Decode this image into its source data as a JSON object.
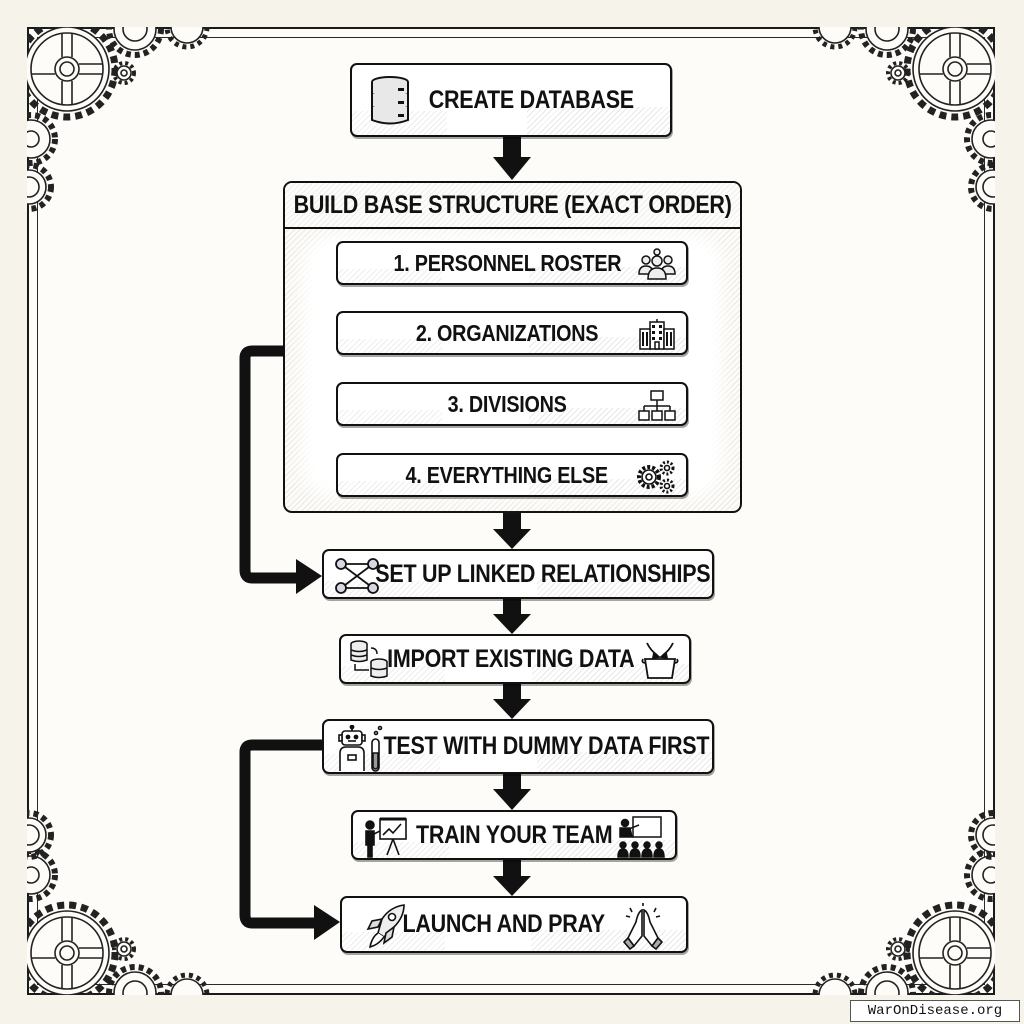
{
  "diagram": {
    "steps": {
      "create_database": "CREATE DATABASE",
      "build_base": {
        "title": "BUILD BASE STRUCTURE (EXACT ORDER)",
        "substeps": [
          {
            "label": "1. PERSONNEL ROSTER",
            "icon": "people-group-icon"
          },
          {
            "label": "2. ORGANIZATIONS",
            "icon": "office-building-icon"
          },
          {
            "label": "3. DIVISIONS",
            "icon": "org-chart-icon"
          },
          {
            "label": "4. EVERYTHING ELSE",
            "icon": "gears-icon"
          }
        ]
      },
      "linked_relationships": "SET UP LINKED RELATIONSHIPS",
      "import_data": "IMPORT EXISTING DATA",
      "test_dummy": "TEST WITH DUMMY DATA FIRST",
      "train_team": "TRAIN YOUR TEAM",
      "launch": "LAUNCH AND PRAY"
    },
    "icons": {
      "create_database": "database-icon",
      "linked_relationships": "network-graph-icon",
      "import_data_left": "database-transfer-icon",
      "import_data_right": "basket-import-icon",
      "test_dummy": "robot-test-tube-icon",
      "train_team_left": "presenter-easel-icon",
      "train_team_right": "classroom-icon",
      "launch_left": "rocket-icon",
      "launch_right": "praying-hands-icon"
    },
    "colors": {
      "ink": "#111111",
      "paper": "#fdfcf8",
      "box_fill": "#ffffff"
    }
  },
  "watermark": "WarOnDisease.org"
}
